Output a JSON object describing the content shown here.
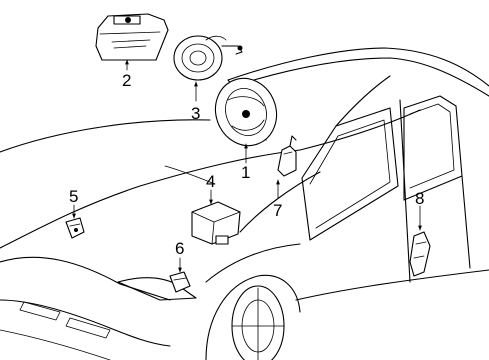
{
  "callouts": [
    {
      "id": "1",
      "label": "1"
    },
    {
      "id": "2",
      "label": "2"
    },
    {
      "id": "3",
      "label": "3"
    },
    {
      "id": "4",
      "label": "4"
    },
    {
      "id": "5",
      "label": "5"
    },
    {
      "id": "6",
      "label": "6"
    },
    {
      "id": "7",
      "label": "7"
    },
    {
      "id": "8",
      "label": "8"
    }
  ],
  "colors": {
    "background": "#ffffff",
    "ink": "#000000"
  }
}
